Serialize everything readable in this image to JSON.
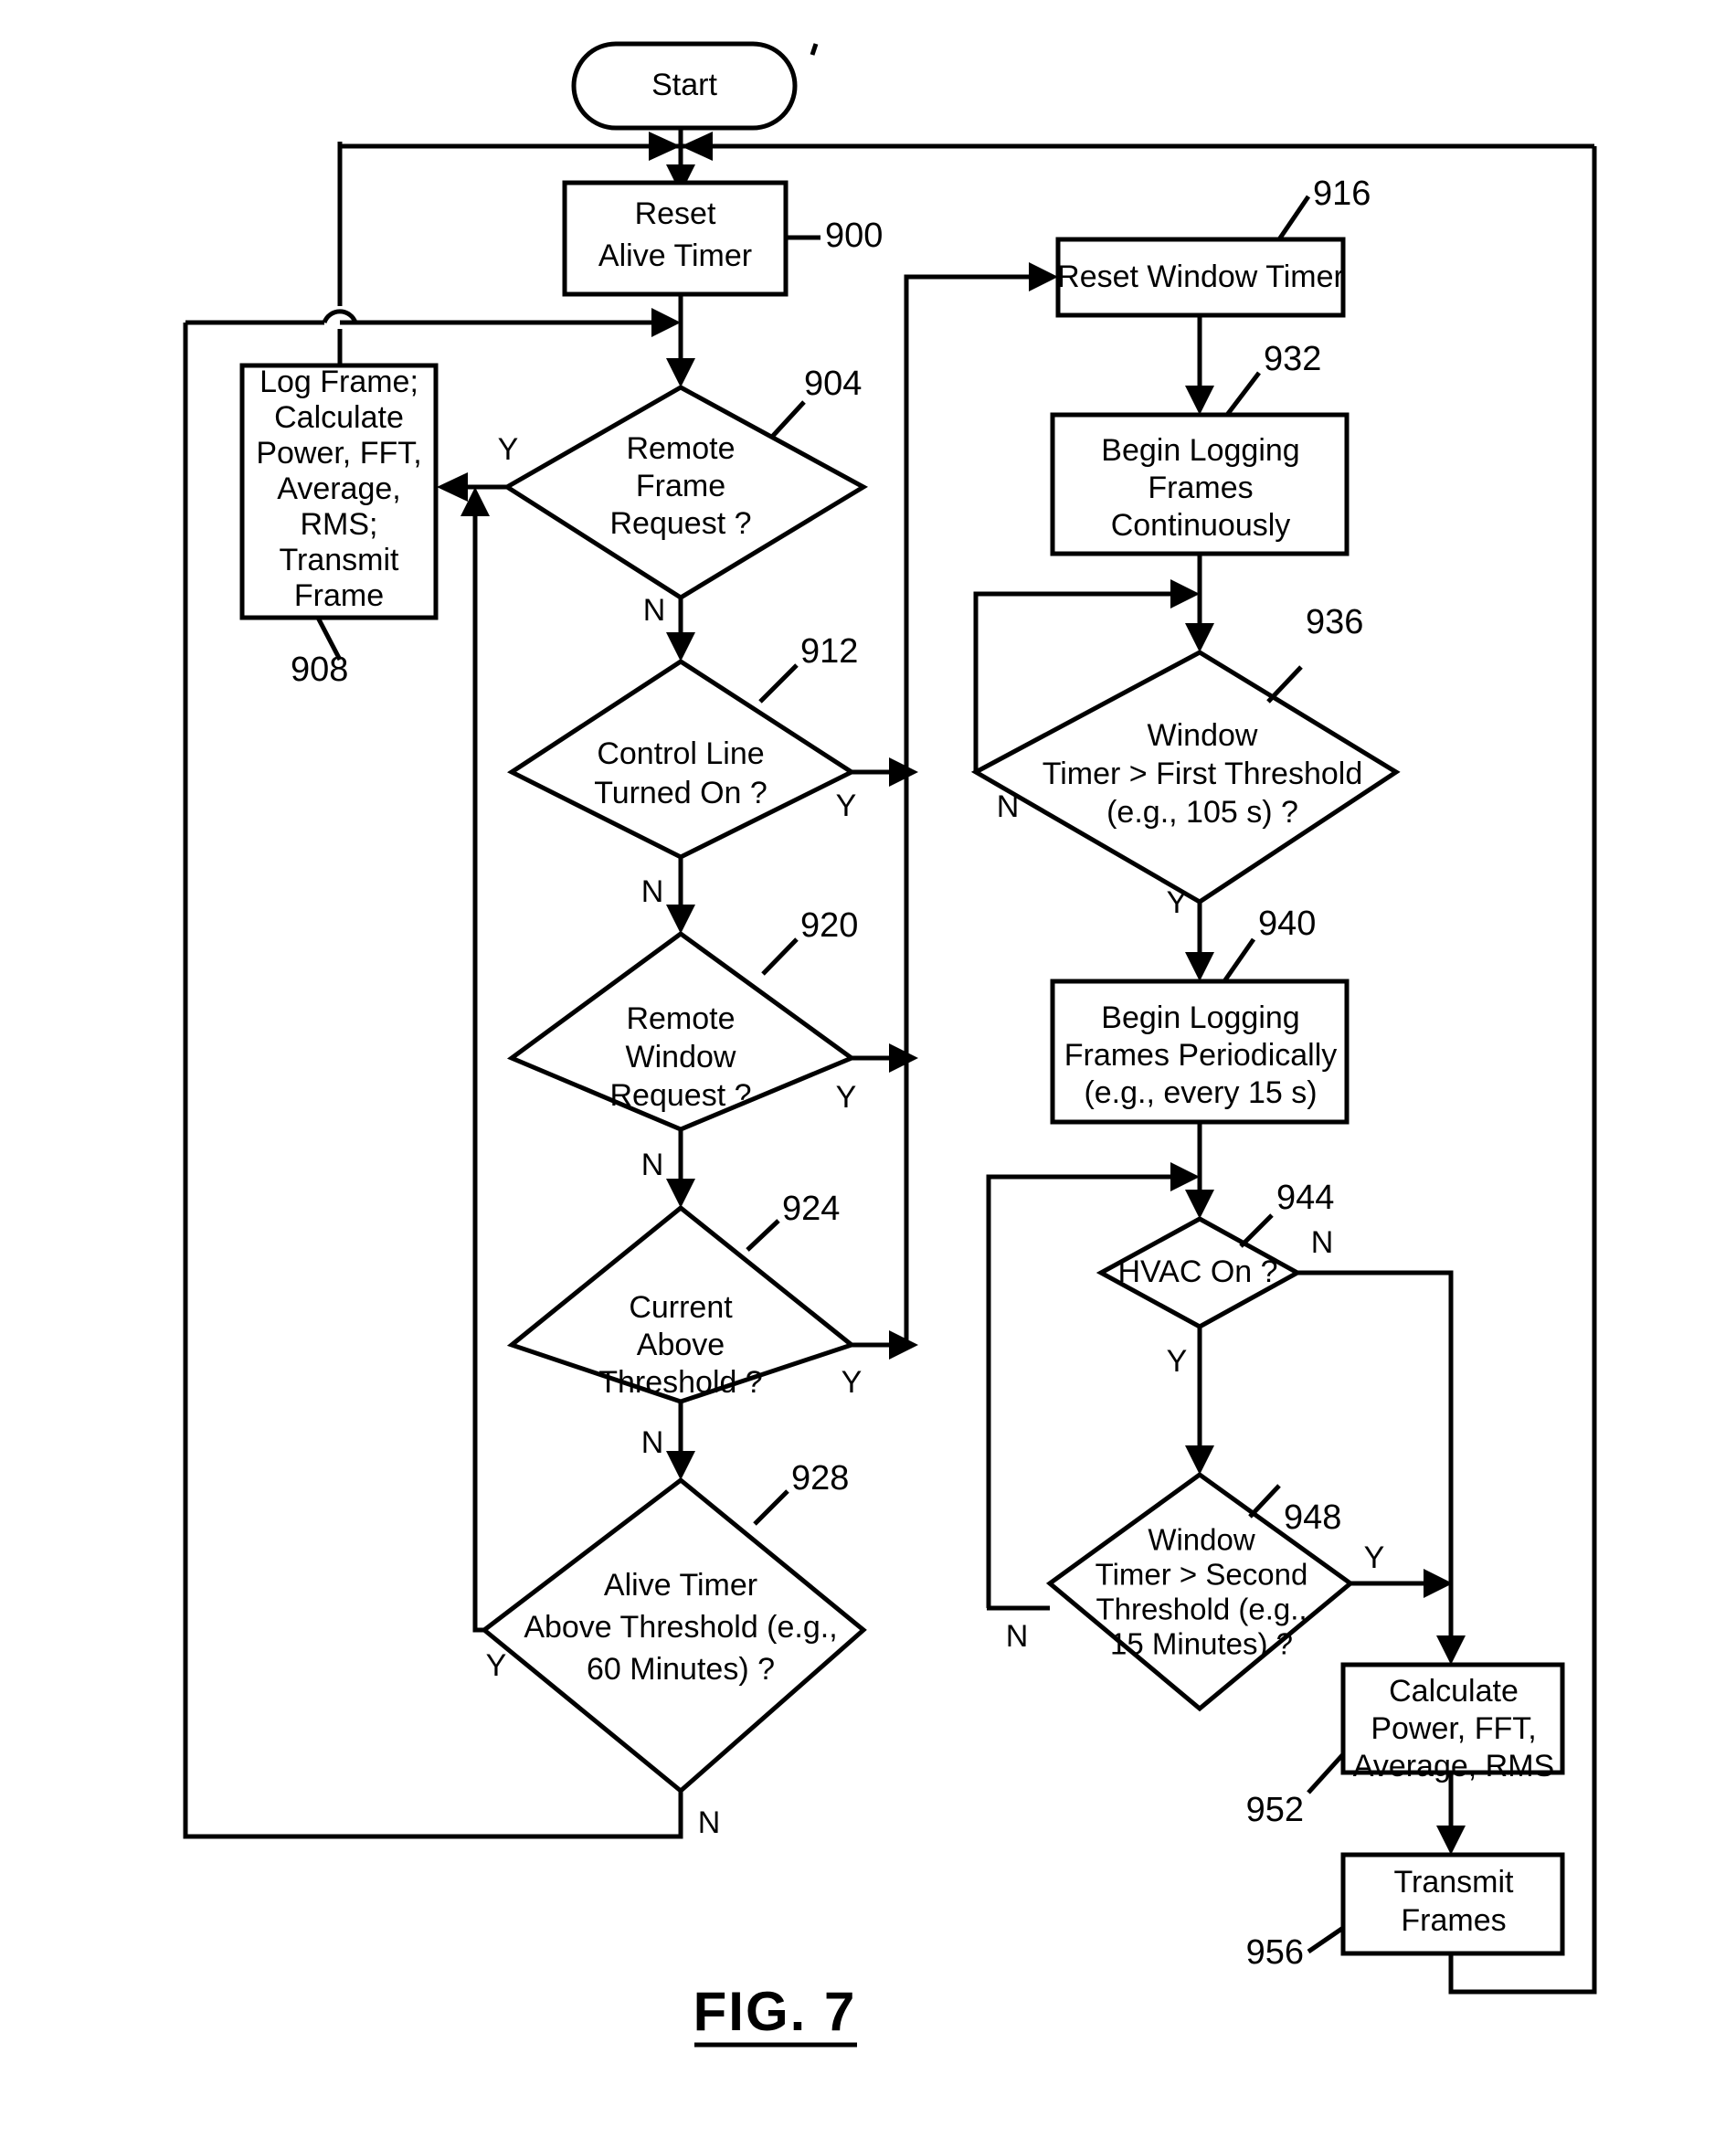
{
  "figure": {
    "label": "FIG. 7",
    "title": "Start"
  },
  "nodes": {
    "start": {
      "label": "Start",
      "kind": "terminator"
    },
    "n900": {
      "ref": "900",
      "kind": "process",
      "lines": [
        "Reset",
        "Alive Timer"
      ]
    },
    "n904": {
      "ref": "904",
      "kind": "decision",
      "lines": [
        "Remote",
        "Frame",
        "Request ?"
      ],
      "yes": "Y",
      "no": "N"
    },
    "n908": {
      "ref": "908",
      "kind": "process",
      "lines": [
        "Log Frame;",
        "Calculate",
        "Power, FFT,",
        "Average,",
        "RMS;",
        "Transmit",
        "Frame"
      ]
    },
    "n912": {
      "ref": "912",
      "kind": "decision",
      "lines": [
        "Control Line",
        "Turned On ?"
      ],
      "yes": "Y",
      "no": "N"
    },
    "n916": {
      "ref": "916",
      "kind": "process",
      "lines": [
        "Reset Window Timer"
      ]
    },
    "n920": {
      "ref": "920",
      "kind": "decision",
      "lines": [
        "Remote",
        "Window",
        "Request ?"
      ],
      "yes": "Y",
      "no": "N"
    },
    "n924": {
      "ref": "924",
      "kind": "decision",
      "lines": [
        "Current",
        "Above",
        "Threshold ?"
      ],
      "yes": "Y",
      "no": "N"
    },
    "n928": {
      "ref": "928",
      "kind": "decision",
      "lines": [
        "Alive Timer",
        "Above Threshold (e.g.,",
        "60 Minutes) ?"
      ],
      "yes": "Y",
      "no": "N"
    },
    "n932": {
      "ref": "932",
      "kind": "process",
      "lines": [
        "Begin Logging",
        "Frames",
        "Continuously"
      ]
    },
    "n936": {
      "ref": "936",
      "kind": "decision",
      "lines": [
        "Window",
        "Timer > First Threshold",
        "(e.g., 105 s) ?"
      ],
      "yes": "Y",
      "no": "N"
    },
    "n940": {
      "ref": "940",
      "kind": "process",
      "lines": [
        "Begin Logging",
        "Frames Periodically",
        "(e.g., every 15 s)"
      ]
    },
    "n944": {
      "ref": "944",
      "kind": "decision",
      "lines": [
        "HVAC On ?"
      ],
      "yes": "Y",
      "no": "N"
    },
    "n948": {
      "ref": "948",
      "kind": "decision",
      "lines": [
        "Window",
        "Timer > Second",
        "Threshold (e.g.,",
        "15 Minutes) ?"
      ],
      "yes": "Y",
      "no": "N"
    },
    "n952": {
      "ref": "952",
      "kind": "process",
      "lines": [
        "Calculate",
        "Power, FFT,",
        "Average, RMS"
      ]
    },
    "n956": {
      "ref": "956",
      "kind": "process",
      "lines": [
        "Transmit",
        "Frames"
      ]
    }
  },
  "edge_labels": {
    "l904_y": "Y",
    "l904_n": "N",
    "l912_y": "Y",
    "l912_n": "N",
    "l920_y": "Y",
    "l920_n": "N",
    "l924_y": "Y",
    "l924_n": "N",
    "l928_y": "Y",
    "l928_n": "N",
    "l936_y": "Y",
    "l936_n": "N",
    "l944_y": "Y",
    "l944_n": "N",
    "l948_y": "Y",
    "l948_n": "N"
  },
  "refs": {
    "r900": "900",
    "r904": "904",
    "r908": "908",
    "r912": "912",
    "r916": "916",
    "r920": "920",
    "r924": "924",
    "r928": "928",
    "r932": "932",
    "r936": "936",
    "r940": "940",
    "r944": "944",
    "r948": "948",
    "r952": "952",
    "r956": "956"
  },
  "colors": {
    "ink": "#000000",
    "paper": "#ffffff"
  }
}
